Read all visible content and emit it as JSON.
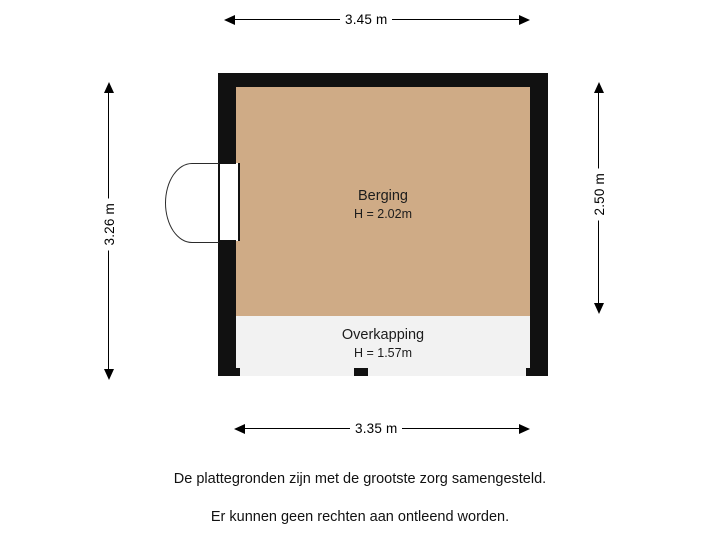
{
  "dimensions": {
    "top": "3.45 m",
    "bottom": "3.35 m",
    "left": "3.26 m",
    "right": "2.50 m"
  },
  "rooms": [
    {
      "name": "Berging",
      "height_label": "H = 2.02m"
    },
    {
      "name": "Overkapping",
      "height_label": "H = 1.57m"
    }
  ],
  "footer": {
    "line1": "De plattegronden zijn met de grootste zorg samengesteld.",
    "line2": "Er kunnen geen rechten aan ontleend worden."
  },
  "colors": {
    "wall": "#111111",
    "berging_fill": "#cfab86",
    "overkapping_fill": "#f2f2f2",
    "background": "#ffffff"
  }
}
